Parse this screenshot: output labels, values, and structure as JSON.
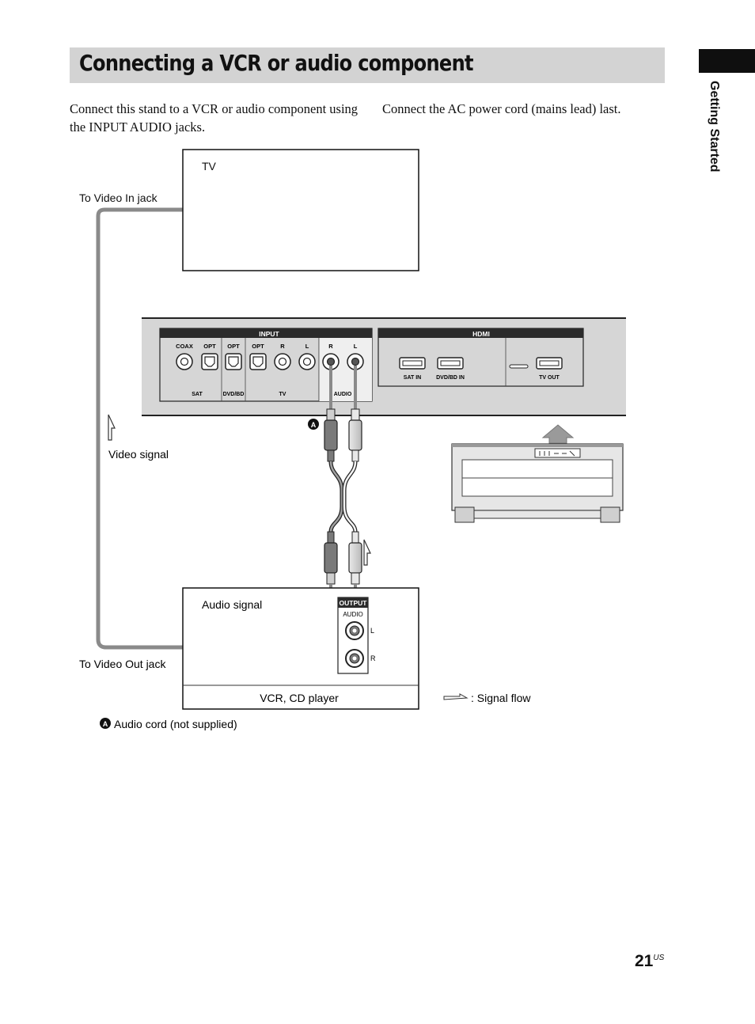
{
  "title": "Connecting a VCR or audio component",
  "side_tab": "Getting Started",
  "intro_left": "Connect this stand to a VCR or audio component using the INPUT AUDIO jacks.",
  "intro_right": "Connect the AC power cord (mains lead) last.",
  "diagram": {
    "tv_label": "TV",
    "video_in_label": "To Video In jack",
    "video_out_label": "To Video Out jack",
    "video_signal_label": "Video signal",
    "audio_signal_label": "Audio signal",
    "vcr_label": "VCR, CD player",
    "signal_flow_label": ": Signal flow",
    "cord_marker": "A",
    "cord_note": "Audio cord (not supplied)",
    "panel": {
      "input_header": "INPUT",
      "hdmi_header": "HDMI",
      "jack_labels": [
        "COAX",
        "OPT",
        "OPT",
        "OPT",
        "R",
        "L",
        "R",
        "L"
      ],
      "group_labels": [
        "SAT",
        "DVD/BD",
        "TV",
        "AUDIO"
      ],
      "hdmi_labels": [
        "SAT IN",
        "DVD/BD IN",
        "TV OUT"
      ]
    },
    "vcr_output": {
      "header": "OUTPUT",
      "audio": "AUDIO",
      "l": "L",
      "r": "R"
    }
  },
  "page_number": "21",
  "page_suffix": "US"
}
